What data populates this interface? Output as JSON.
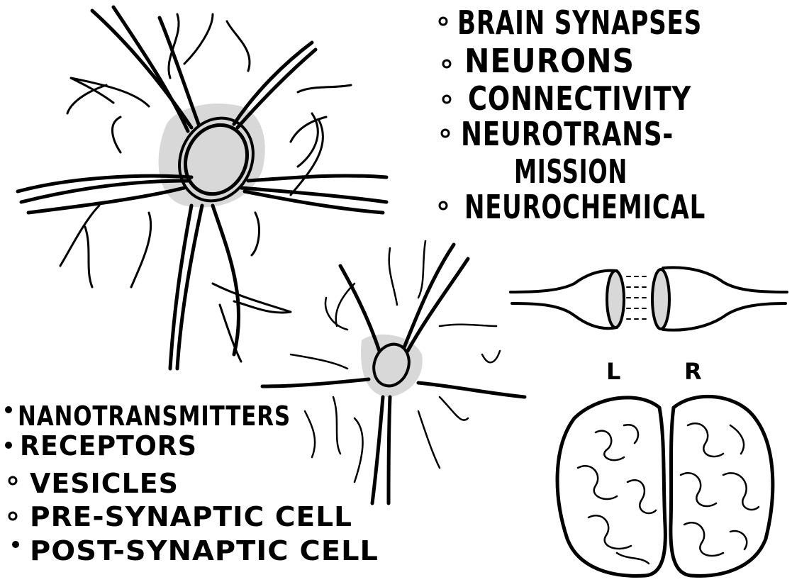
{
  "top_list": {
    "items": [
      {
        "lines": [
          "BRAIN SYNAPSES"
        ]
      },
      {
        "lines": [
          "NEURONS"
        ]
      },
      {
        "lines": [
          "CONNECTIVITY"
        ]
      },
      {
        "lines": [
          "NEUROTRANS-",
          "MISSION"
        ]
      },
      {
        "lines": [
          "NEUROCHEMICAL"
        ]
      }
    ]
  },
  "bottom_list": {
    "items": [
      "NANOTRANSMITTERS",
      "RECEPTORS",
      "VESICLES",
      "PRE-SYNAPTIC CELL",
      "POST-SYNAPTIC CELL"
    ]
  },
  "brain": {
    "left_label": "L",
    "right_label": "R"
  },
  "colors": {
    "ink": "#000000",
    "shade": "#d8d8d8",
    "background": "#ffffff"
  }
}
